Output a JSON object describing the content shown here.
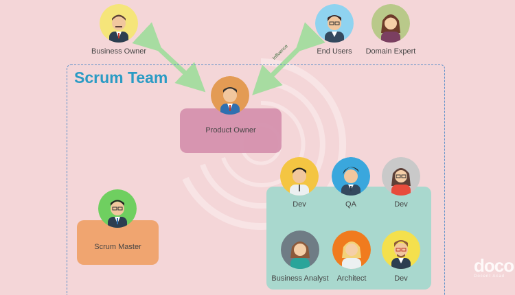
{
  "team": {
    "title": "Scrum Team"
  },
  "edge_label": "Influence",
  "people": {
    "business_owner": "Business Owner",
    "end_users": "End Users",
    "domain_expert": "Domain Expert",
    "product_owner": "Product Owner",
    "scrum_master": "Scrum Master",
    "dev1": "Dev",
    "qa": "QA",
    "dev2": "Dev",
    "business_analyst": "Business Analyst",
    "architect": "Architect",
    "dev3": "Dev"
  },
  "logo": {
    "main": "doco",
    "sub": "Docent Acad"
  },
  "colors": {
    "background": "#f4d6d8",
    "title": "#2a9bc4",
    "arrow": "#a7dca1",
    "product_owner_box": "#d48fad",
    "scrum_master_box": "#f0a570",
    "dev_team_box": "#a9d8ce"
  }
}
